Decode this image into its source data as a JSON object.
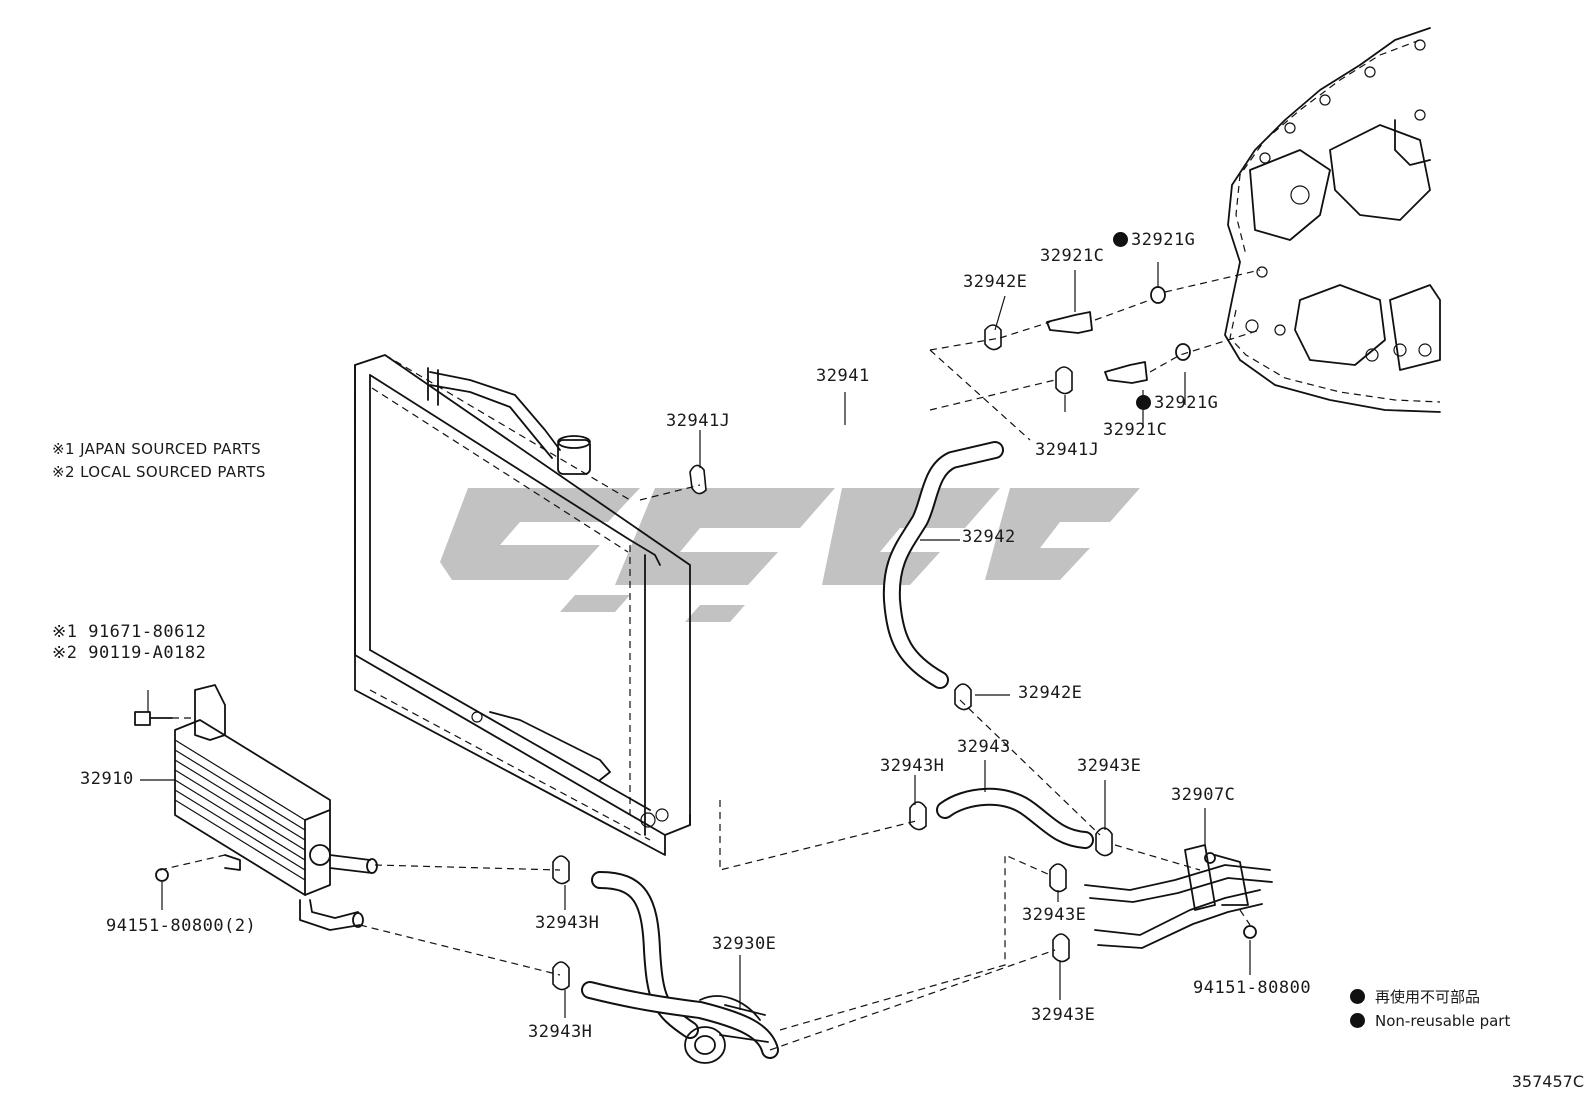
{
  "notes": {
    "japan": "※1 JAPAN SOURCED PARTS",
    "local": "※2 LOCAL SOURCED PARTS"
  },
  "part_labels": {
    "p32942E_top": "32942E",
    "p32921C_top": "32921C",
    "p32921G_top": "32921G",
    "p32941": "32941",
    "p32941J_left": "32941J",
    "p32941J_right": "32941J",
    "p32921G_bottom": "32921G",
    "p32921C_bottom": "32921C",
    "p32942": "32942",
    "bolt_1": "※1 91671-80612",
    "bolt_2": "※2 90119-A0182",
    "p32942E_mid": "32942E",
    "p32943": "32943",
    "p32943H_mid": "32943H",
    "p32943E_mid": "32943E",
    "p32907C": "32907C",
    "p32910": "32910",
    "nut_left": "94151-80800(2)",
    "p32943H_lower1": "32943H",
    "p32943E_lower1": "32943E",
    "p32930E": "32930E",
    "nut_right": "94151-80800",
    "p32943H_lower2": "32943H",
    "p32943E_lower2": "32943E"
  },
  "legend": {
    "jp": "再使用不可部品",
    "en": "Non-reusable part"
  },
  "diagram_id": "357457C"
}
